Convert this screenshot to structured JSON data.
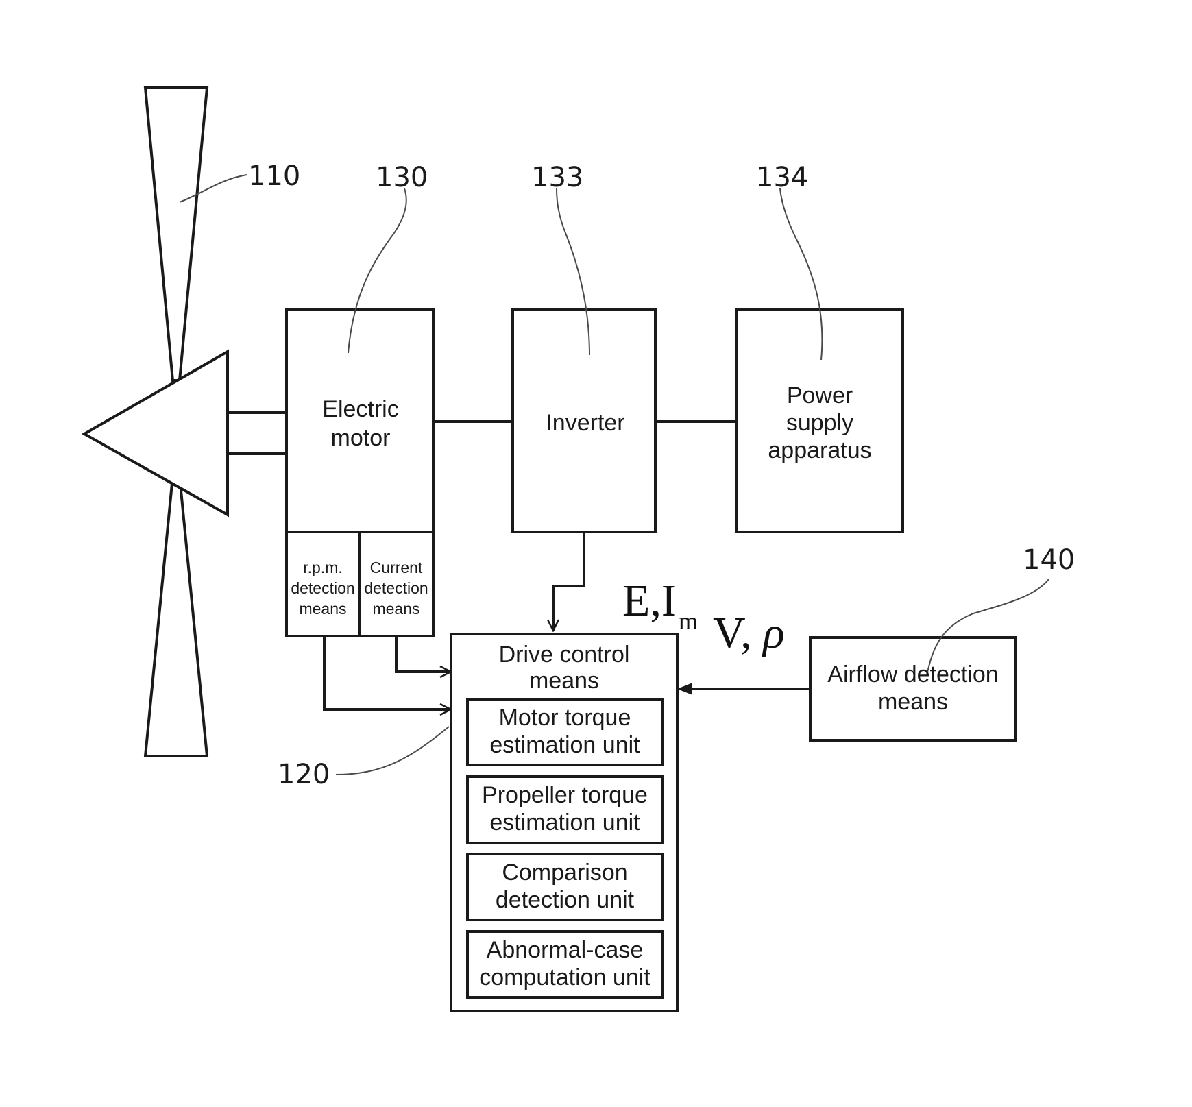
{
  "diagram": {
    "refs": {
      "propeller": "110",
      "drive_control": "120",
      "motor": "130",
      "inverter": "133",
      "power_supply": "134",
      "airflow": "140"
    },
    "electric_motor": {
      "line1": "Electric",
      "line2": "motor",
      "rpm": [
        "r.p.m.",
        "detection",
        "means"
      ],
      "current": [
        "Current",
        "detection",
        "means"
      ]
    },
    "inverter": {
      "label": "Inverter"
    },
    "power_supply": {
      "line1": "Power",
      "line2": "supply",
      "line3": "apparatus"
    },
    "drive_control": {
      "title1": "Drive control",
      "title2": "means",
      "units": [
        [
          "Motor torque",
          "estimation unit"
        ],
        [
          "Propeller torque",
          "estimation unit"
        ],
        [
          "Comparison",
          "detection unit"
        ],
        [
          "Abnormal-case",
          "computation unit"
        ]
      ]
    },
    "airflow": {
      "line1": "Airflow detection",
      "line2": "means"
    },
    "signals": {
      "e_i": "E,I",
      "sub_m": "m",
      "v": "V",
      "rho": ", ρ"
    }
  }
}
